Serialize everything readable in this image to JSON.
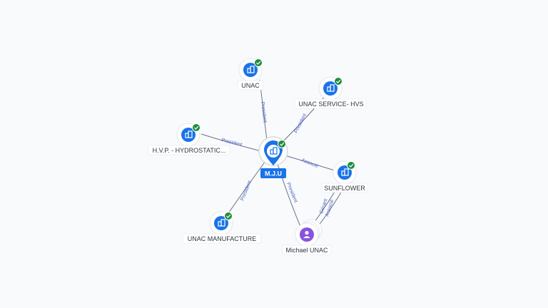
{
  "center": {
    "label": "M.J.U",
    "icon": "building-icon",
    "verified": true
  },
  "nodes": [
    {
      "id": "unac",
      "label": "UNAC",
      "kind": "company",
      "icon": "building-icon",
      "verified": true
    },
    {
      "id": "unac-service",
      "label": "UNAC SERVICE- HVS",
      "kind": "company",
      "icon": "building-icon",
      "verified": true
    },
    {
      "id": "hvp",
      "label": "H.V.P. - HYDROSTATIC...",
      "kind": "company",
      "icon": "building-icon",
      "verified": true
    },
    {
      "id": "sunflower",
      "label": "SUNFLOWER",
      "kind": "company",
      "icon": "building-icon",
      "verified": true
    },
    {
      "id": "unac-manufacture",
      "label": "UNAC MANUFACTURE",
      "kind": "company",
      "icon": "building-icon",
      "verified": true
    },
    {
      "id": "michael",
      "label": "Michael UNAC",
      "kind": "person",
      "icon": "person-icon",
      "verified": false
    }
  ],
  "edges": [
    {
      "from": "center",
      "to": "unac",
      "label": "President"
    },
    {
      "from": "center",
      "to": "unac-service",
      "label": "President"
    },
    {
      "from": "center",
      "to": "hvp",
      "label": "President"
    },
    {
      "from": "center",
      "to": "sunflower",
      "label": "Associé"
    },
    {
      "from": "center",
      "to": "unac-manufacture",
      "label": "President"
    },
    {
      "from": "center",
      "to": "michael",
      "label": "President"
    },
    {
      "from": "michael",
      "to": "sunflower",
      "label": "Gérant"
    },
    {
      "from": "michael",
      "to": "sunflower",
      "label": "Associé"
    }
  ],
  "colors": {
    "company": "#1a73e8",
    "person": "#8654e0",
    "verified": "#1e8e3e",
    "edge_label": "#4a62c8"
  }
}
